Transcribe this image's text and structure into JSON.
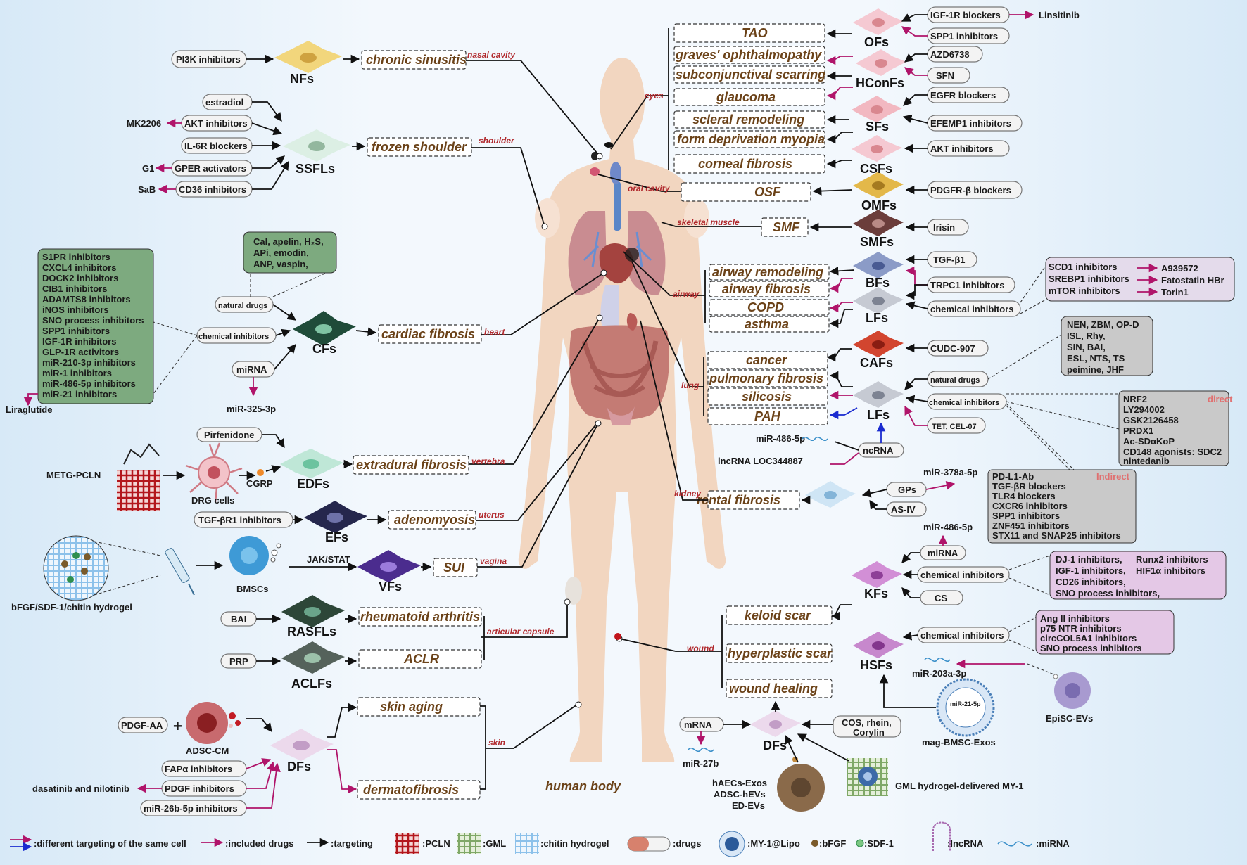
{
  "central": {
    "label": "human body"
  },
  "organs": {
    "nasal": "nasal cavity",
    "shoulder": "shoulder",
    "heart": "heart",
    "vertebra": "vertebra",
    "uterus": "uterus",
    "vagina": "vagina",
    "articular": "articular capsule",
    "skin": "skin",
    "eyes": "eyes",
    "oral": "oral cavity",
    "skeletal": "skeletal muscle",
    "airway": "airway",
    "lung": "lung",
    "kidney": "kidney",
    "wound": "wound"
  },
  "diseases": {
    "chronic_sinusitis": "chronic sinusitis",
    "frozen_shoulder": "frozen shoulder",
    "cardiac_fibrosis": "cardiac fibrosis",
    "extradural_fibrosis": "extradural fibrosis",
    "adenomyosis": "adenomyosis",
    "sui": "SUI",
    "rheumatoid_arthritis": "rheumatoid arthritis",
    "aclr": "ACLR",
    "skin_aging": "skin aging",
    "dermatofibrosis": "dermatofibrosis",
    "tao": "TAO",
    "graves": "graves' ophthalmopathy",
    "subconj": "subconjunctival scarring",
    "glaucoma": "glaucoma",
    "scleral": "scleral remodeling",
    "fdm": "form deprivation myopia",
    "corneal": "corneal fibrosis",
    "osf": "OSF",
    "smf": "SMF",
    "airway_remodeling": "airway remodeling",
    "airway_fibrosis": "airway fibrosis",
    "copd": "COPD",
    "asthma": "asthma",
    "cancer": "cancer",
    "pulmonary_fibrosis": "pulmonary fibrosis",
    "silicosis": "silicosis",
    "pah": "PAH",
    "rental_fibrosis": "rental fibrosis",
    "keloid": "keloid scar",
    "hyperplastic": "hyperplastic scar",
    "wound_healing": "wound healing"
  },
  "cells": {
    "nfs": "NFs",
    "ssfls": "SSFLs",
    "cfs": "CFs",
    "edfs": "EDFs",
    "efs": "EFs",
    "vfs": "VFs",
    "rasfls": "RASFLs",
    "aclfs": "ACLFs",
    "dfs_left": "DFs",
    "ofs": "OFs",
    "hconfs": "HConFs",
    "sfs": "SFs",
    "csfs": "CSFs",
    "omfs": "OMFs",
    "smfs": "SMFs",
    "bfs": "BFs",
    "lfs_airway": "LFs",
    "cafs": "CAFs",
    "lfs_lung": "LFs",
    "kfs": "KFs",
    "hsfs": "HSFs",
    "dfs_right": "DFs"
  },
  "left_drugs": {
    "pi3k": "PI3K inhibitors",
    "estradiol": "estradiol",
    "akt": "AKT inhibitors",
    "mk2206": "MK2206",
    "il6r": "IL-6R blockers",
    "gper": "GPER activators",
    "g1": "G1",
    "cd36": "CD36 inhibitors",
    "sab": "SaB",
    "natural": "natural drugs",
    "chemical": "chemical inhibitors",
    "mirna": "miRNA",
    "mir325": "miR-325-3p",
    "liraglutide": "Liraglutide",
    "pirfenidone": "Pirfenidone",
    "metg": "METG-PCLN",
    "drg": "DRG cells",
    "cgrp": "CGRP",
    "tgfbr1": "TGF-βR1 inhibitors",
    "bmscs": "BMSCs",
    "jakstat": "JAK/STAT",
    "hydrogel": "bFGF/SDF-1/chitin hydrogel",
    "bai": "BAI",
    "prp": "PRP",
    "pdgfaa": "PDGF-AA",
    "adsccm": "ADSC-CM",
    "fapa": "FAPα inhibitors",
    "pdgf": "PDGF inhibitors",
    "dasatinib": "dasatinib and nilotinib",
    "mir26b": "miR-26b-5p inhibitors"
  },
  "heart_chem_list": [
    "S1PR inhibitors",
    "CXCL4 inhibitors",
    "DOCK2 inhibitors",
    "CIB1 inhibitors",
    "ADAMTS8 inhibitors",
    "iNOS inhibitors",
    "SNO process inhibitors",
    "SPP1 inhibitors",
    "IGF-1R inhibitors",
    "GLP-1R activitors",
    "miR-210-3p inhibitors",
    "miR-1 inhibitors",
    "miR-486-5p inhibitors",
    "miR-21 inhibitors"
  ],
  "heart_natural_list": [
    "Cal,  apelin,  H₂S,",
    "APi,  emodin,",
    "ANP,  vaspin,"
  ],
  "right_drugs": {
    "igf1r": "IGF-1R blockers",
    "linsitinib": "Linsitinib",
    "spp1": "SPP1 inhibitors",
    "azd": "AZD6738",
    "sfn": "SFN",
    "egfr": "EGFR blockers",
    "efemp1": "EFEMP1 inhibitors",
    "akt": "AKT inhibitors",
    "pdgfrb": "PDGFR-β blockers",
    "irisin": "Irisin",
    "tgfb1": "TGF-β1",
    "trpc1": "TRPC1 inhibitors",
    "chemical": "chemical inhibitors",
    "cudc": "CUDC-907",
    "natural": "natural drugs",
    "tet": "TET,  CEL-07",
    "mir486": "miR-486-5p",
    "lncrna": "lncRNA LOC344887",
    "ncrna": "ncRNA",
    "mir378": "miR-378a-5p",
    "gps": "GPs",
    "asiv": "AS-IV",
    "mir486k": "miR-486-5p",
    "mirna": "miRNA",
    "cs": "CS",
    "mir203": "miR-203a-3p",
    "episc": "EpiSC-EVs",
    "magbmsc": "mag-BMSC-Exos",
    "mir21": "miR-21-5p",
    "mrna": "mRNA",
    "mir27b": "miR-27b",
    "cos": "COS,  rhein,",
    "corylin": "Corylin",
    "haecs": "hAECs-Exos",
    "adschevs": "ADSC-hEVs",
    "edevs": "ED-EVs",
    "gml": "GML hydrogel-delivered MY-1"
  },
  "lung_airway_list": [
    [
      "SCD1 inhibitors",
      "A939572"
    ],
    [
      "SREBP1 inhibitors",
      "Fatostatin HBr"
    ],
    [
      "mTOR inhibitors",
      "Torin1"
    ]
  ],
  "lung_natural_list": [
    "NEN,   ZBM, OP-D",
    "ISL,      Rhy,",
    "SIN,      BAI,",
    "ESL,    NTS,  TS",
    "peimine,   JHF"
  ],
  "lung_direct": {
    "label": "direct",
    "items": [
      "NRF2",
      "LY294002",
      "GSK2126458",
      "PRDX1",
      "Ac-SDαKoP",
      "CD148 agonists: SDC2",
      "nintedanib"
    ]
  },
  "lung_indirect": {
    "label": "Indirect",
    "items": [
      "PD-L1-Ab",
      "TGF-βR blockers",
      "TLR4 blockers",
      "CXCR6 inhibitors",
      "SPP1 inhibitors",
      "ZNF451 inhibitors",
      "STX11 and SNAP25 inhibitors"
    ]
  },
  "keloid_list": [
    [
      "DJ-1 inhibitors,",
      "Runx2 inhibitors"
    ],
    [
      "IGF-1 inhibitors,",
      "HIF1α inhibitors"
    ],
    [
      "CD26 inhibitors,",
      ""
    ],
    [
      "SNO process inhibitors,",
      ""
    ]
  ],
  "hsf_list": [
    "Ang II inhibitors",
    "p75 NTR inhibitors",
    "circCOL5A1 inhibitors",
    "SNO process inhibitors"
  ],
  "legend": {
    "diff": ":different targeting of the same cell",
    "incl": ":included drugs",
    "targ": ":targeting",
    "pcln": ":PCLN",
    "gml": ":GML",
    "chitin": ":chitin hydrogel",
    "drugs": ":drugs",
    "my1": ":MY-1@Lipo",
    "bfgf": ":bFGF",
    "sdf1": ":SDF-1",
    "lncrna": ":lncRNA",
    "mirna": ":miRNA"
  },
  "colors": {
    "disease_text": "#6b4218",
    "organ_text": "#b0282c",
    "magenta": "#b0146a",
    "green_box": "#7daa7f",
    "grey_box": "#c9c9c9",
    "pink_box": "#ead7ea",
    "body": "#f2d6c0"
  }
}
